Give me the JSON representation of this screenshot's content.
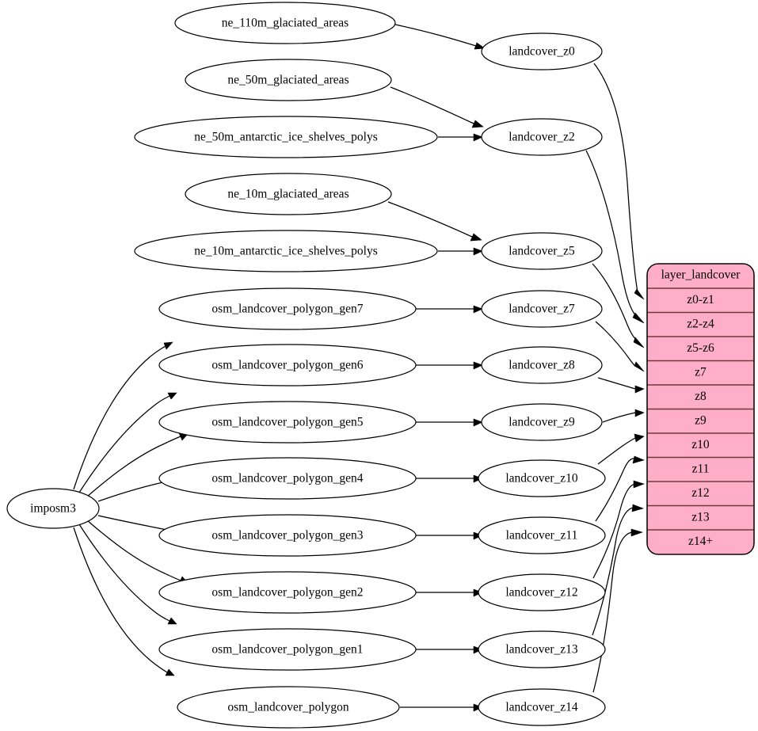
{
  "diagram": {
    "type": "graphviz-directed-graph",
    "background_color": "#ffffff",
    "source_node": {
      "id": "imposm3",
      "label": "imposm3"
    },
    "source_tables": [
      {
        "id": "ne_110m_glaciated_areas",
        "label": "ne_110m_glaciated_areas"
      },
      {
        "id": "ne_50m_glaciated_areas",
        "label": "ne_50m_glaciated_areas"
      },
      {
        "id": "ne_50m_antarctic_ice_shelves_polys",
        "label": "ne_50m_antarctic_ice_shelves_polys"
      },
      {
        "id": "ne_10m_glaciated_areas",
        "label": "ne_10m_glaciated_areas"
      },
      {
        "id": "ne_10m_antarctic_ice_shelves_polys",
        "label": "ne_10m_antarctic_ice_shelves_polys"
      },
      {
        "id": "osm_landcover_polygon_gen7",
        "label": "osm_landcover_polygon_gen7"
      },
      {
        "id": "osm_landcover_polygon_gen6",
        "label": "osm_landcover_polygon_gen6"
      },
      {
        "id": "osm_landcover_polygon_gen5",
        "label": "osm_landcover_polygon_gen5"
      },
      {
        "id": "osm_landcover_polygon_gen4",
        "label": "osm_landcover_polygon_gen4"
      },
      {
        "id": "osm_landcover_polygon_gen3",
        "label": "osm_landcover_polygon_gen3"
      },
      {
        "id": "osm_landcover_polygon_gen2",
        "label": "osm_landcover_polygon_gen2"
      },
      {
        "id": "osm_landcover_polygon_gen1",
        "label": "osm_landcover_polygon_gen1"
      },
      {
        "id": "osm_landcover_polygon",
        "label": "osm_landcover_polygon"
      }
    ],
    "views": [
      {
        "id": "landcover_z0",
        "label": "landcover_z0"
      },
      {
        "id": "landcover_z2",
        "label": "landcover_z2"
      },
      {
        "id": "landcover_z5",
        "label": "landcover_z5"
      },
      {
        "id": "landcover_z7",
        "label": "landcover_z7"
      },
      {
        "id": "landcover_z8",
        "label": "landcover_z8"
      },
      {
        "id": "landcover_z9",
        "label": "landcover_z9"
      },
      {
        "id": "landcover_z10",
        "label": "landcover_z10"
      },
      {
        "id": "landcover_z11",
        "label": "landcover_z11"
      },
      {
        "id": "landcover_z12",
        "label": "landcover_z12"
      },
      {
        "id": "landcover_z13",
        "label": "landcover_z13"
      },
      {
        "id": "landcover_z14",
        "label": "landcover_z14"
      }
    ],
    "layer_table": {
      "title": "layer_landcover",
      "fill_color": "#ffaec9",
      "row_divider_color": "#6b3b3b",
      "rows": [
        {
          "label": "z0-z1"
        },
        {
          "label": "z2-z4"
        },
        {
          "label": "z5-z6"
        },
        {
          "label": "z7"
        },
        {
          "label": "z8"
        },
        {
          "label": "z9"
        },
        {
          "label": "z10"
        },
        {
          "label": "z11"
        },
        {
          "label": "z12"
        },
        {
          "label": "z13"
        },
        {
          "label": "z14+"
        }
      ]
    },
    "edges": [
      {
        "from": "ne_110m_glaciated_areas",
        "to": "landcover_z0"
      },
      {
        "from": "ne_50m_glaciated_areas",
        "to": "landcover_z2"
      },
      {
        "from": "ne_50m_antarctic_ice_shelves_polys",
        "to": "landcover_z2"
      },
      {
        "from": "ne_10m_glaciated_areas",
        "to": "landcover_z5"
      },
      {
        "from": "ne_10m_antarctic_ice_shelves_polys",
        "to": "landcover_z5"
      },
      {
        "from": "osm_landcover_polygon_gen7",
        "to": "landcover_z7"
      },
      {
        "from": "osm_landcover_polygon_gen6",
        "to": "landcover_z8"
      },
      {
        "from": "osm_landcover_polygon_gen5",
        "to": "landcover_z9"
      },
      {
        "from": "osm_landcover_polygon_gen4",
        "to": "landcover_z10"
      },
      {
        "from": "osm_landcover_polygon_gen3",
        "to": "landcover_z11"
      },
      {
        "from": "osm_landcover_polygon_gen2",
        "to": "landcover_z12"
      },
      {
        "from": "osm_landcover_polygon_gen1",
        "to": "landcover_z13"
      },
      {
        "from": "osm_landcover_polygon",
        "to": "landcover_z14"
      },
      {
        "from": "imposm3",
        "to": "osm_landcover_polygon_gen7"
      },
      {
        "from": "imposm3",
        "to": "osm_landcover_polygon_gen6"
      },
      {
        "from": "imposm3",
        "to": "osm_landcover_polygon_gen5"
      },
      {
        "from": "imposm3",
        "to": "osm_landcover_polygon_gen4"
      },
      {
        "from": "imposm3",
        "to": "osm_landcover_polygon_gen3"
      },
      {
        "from": "imposm3",
        "to": "osm_landcover_polygon_gen2"
      },
      {
        "from": "imposm3",
        "to": "osm_landcover_polygon_gen1"
      },
      {
        "from": "imposm3",
        "to": "osm_landcover_polygon"
      },
      {
        "from": "landcover_z0",
        "to": "z0-z1"
      },
      {
        "from": "landcover_z2",
        "to": "z2-z4"
      },
      {
        "from": "landcover_z5",
        "to": "z5-z6"
      },
      {
        "from": "landcover_z7",
        "to": "z7"
      },
      {
        "from": "landcover_z8",
        "to": "z8"
      },
      {
        "from": "landcover_z9",
        "to": "z9"
      },
      {
        "from": "landcover_z10",
        "to": "z10"
      },
      {
        "from": "landcover_z11",
        "to": "z11"
      },
      {
        "from": "landcover_z12",
        "to": "z12"
      },
      {
        "from": "landcover_z13",
        "to": "z13"
      },
      {
        "from": "landcover_z14",
        "to": "z14+"
      }
    ]
  }
}
